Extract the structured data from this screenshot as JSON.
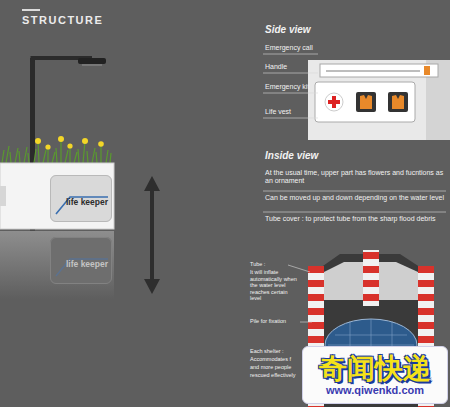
{
  "diagram": {
    "title": "STRUCTURE",
    "nodes": [
      {
        "text": [
          "life keeper"
        ]
      },
      {
        "text": [
          "life keeper"
        ]
      },
      {
        "text": [
          "奇闻快递",
          "www.qiwenkd.com"
        ]
      }
    ],
    "labels": [
      "Side view",
      "Emergency call",
      "Handle",
      "Emergency kit",
      "Life vest",
      "Inside view",
      "At the usual time, upper part has flowers and fucntions as an ornament",
      "Can be moved up and down depending on the water level",
      "Tube cover : to protect tube from the sharp flood debris",
      "Tube :",
      "It will inflate automatically when the water level reaches certain level",
      "Pile for fixation",
      "Each shelter :",
      "Accommodates f",
      "and more people",
      "rescued effectively"
    ]
  }
}
